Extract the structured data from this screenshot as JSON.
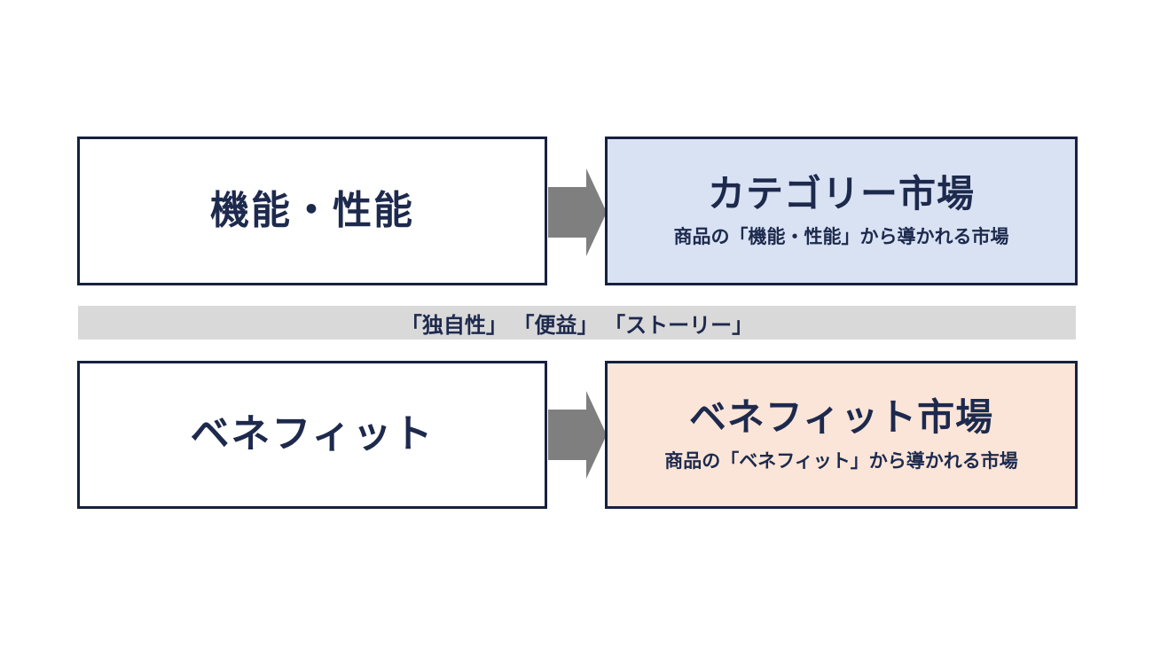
{
  "colors": {
    "background": "#ffffff",
    "border_navy": "#16213e",
    "text_navy": "#1d2a4d",
    "category_box_fill": "#d9e2f3",
    "benefit_box_fill": "#fbe5d8",
    "band_fill": "#d9d9d9",
    "arrow_fill": "#7f7f7f",
    "plain_box_fill": "#ffffff"
  },
  "diagram": {
    "top_left": {
      "label": "機能・性能"
    },
    "top_right": {
      "title": "カテゴリー市場",
      "subtitle": "商品の「機能・性能」から導かれる市場"
    },
    "band": {
      "label": "「独自性」 「便益」 「ストーリー」"
    },
    "bottom_left": {
      "label": "ベネフィット"
    },
    "bottom_right": {
      "title": "ベネフィット市場",
      "subtitle": "商品の「ベネフィット」から導かれる市場"
    },
    "arrows": [
      {
        "name": "top-arrow",
        "direction": "right"
      },
      {
        "name": "bottom-arrow",
        "direction": "right"
      }
    ]
  }
}
